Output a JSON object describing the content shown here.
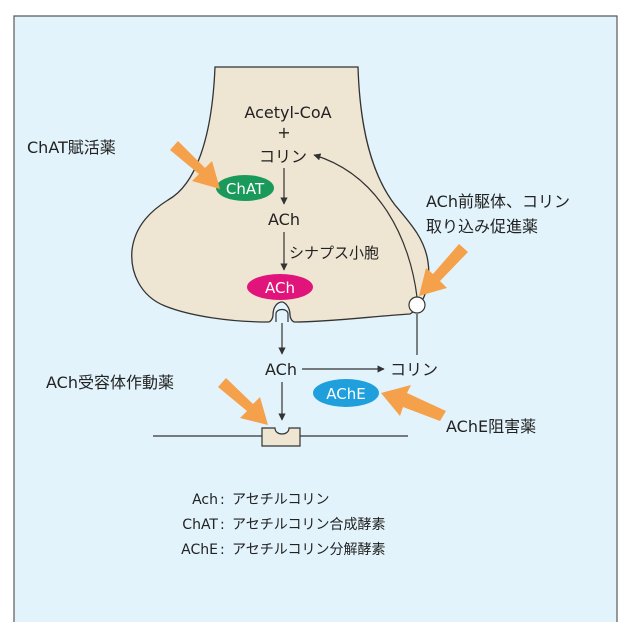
{
  "colors": {
    "background": "#e2f3fb",
    "frame": "#5a5a5a",
    "terminal_fill": "#efe5d3",
    "terminal_stroke": "#333333",
    "chat_oval": "#1a9a5a",
    "ach_oval": "#e0147a",
    "ache_oval": "#1fa0dc",
    "arrow_orange": "#f5a04a",
    "line": "#333333"
  },
  "terminal": {
    "acetyl_coa": "Acetyl-CoA",
    "plus": "+",
    "choline_top": "コリン",
    "ach_mid": "ACh",
    "vesicle_label": "シナプス小胞",
    "ach_vesicle": "ACh"
  },
  "enzymes": {
    "chat": "ChAT",
    "ache": "AChE"
  },
  "cleft": {
    "ach": "ACh",
    "choline": "コリン"
  },
  "drugs": {
    "chat_activator": "ChAT賦活薬",
    "precursor_line1": "ACh前駆体、コリン",
    "precursor_line2": "取り込み促進薬",
    "receptor_agonist": "ACh受容体作動薬",
    "ache_inhibitor": "AChE阻害薬"
  },
  "legend": [
    {
      "abbr": "Ach",
      "sep": " : ",
      "desc": "アセチルコリン"
    },
    {
      "abbr": "ChAT",
      "sep": " : ",
      "desc": "アセチルコリン合成酵素"
    },
    {
      "abbr": "AChE",
      "sep": " : ",
      "desc": "アセチルコリン分解酵素"
    }
  ]
}
